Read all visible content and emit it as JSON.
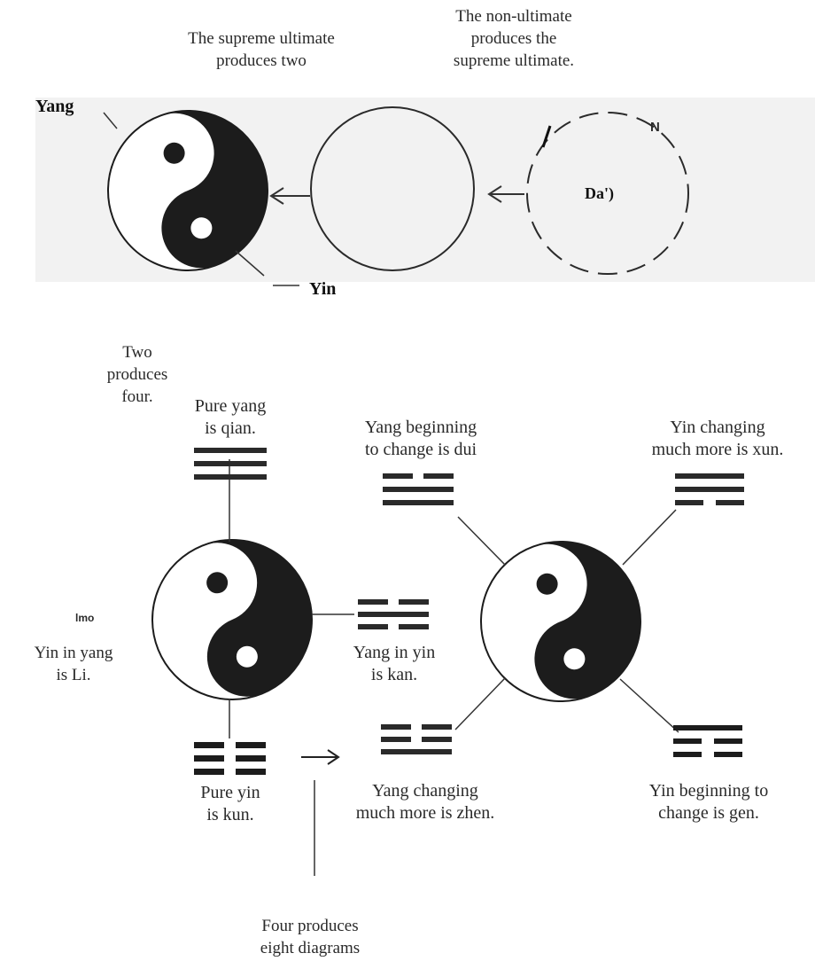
{
  "top": {
    "non_ultimate": [
      "The non-ultimate",
      "produces the",
      "supreme ultimate."
    ],
    "supreme_two": [
      "The supreme ultimate",
      "produces two"
    ],
    "yang_label": "Yang",
    "yin_label": "Yin",
    "n_label": "N",
    "dao_label": "Da')"
  },
  "middle": {
    "two_produces_four": [
      "Two",
      "produces",
      "four."
    ],
    "pure_yang": [
      "Pure yang",
      "is qian."
    ],
    "yin_in_yang_mark": "lmo",
    "yin_in_yang": [
      "Yin in yang",
      "is Li."
    ],
    "yang_in_yin": [
      "Yang in yin",
      "is kan."
    ],
    "pure_yin": [
      "Pure yin",
      "is kun."
    ]
  },
  "eight": {
    "dui": [
      "Yang beginning",
      "to change is dui"
    ],
    "xun": [
      "Yin changing",
      "much more is xun."
    ],
    "zhen": [
      "Yang changing",
      "much more is zhen."
    ],
    "gen": [
      "Yin beginning to",
      "change is gen."
    ],
    "four_produces_eight": [
      "Four produces",
      "eight diagrams"
    ]
  }
}
